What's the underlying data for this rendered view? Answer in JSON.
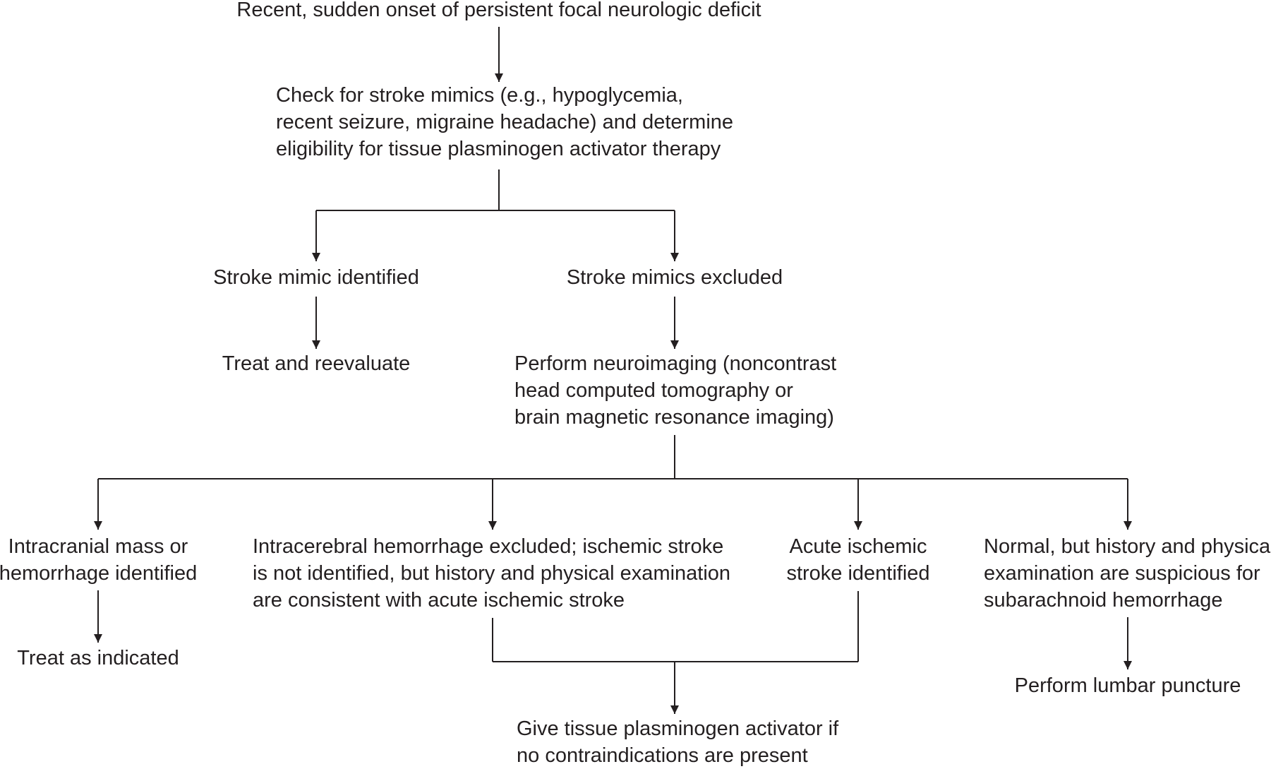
{
  "colors": {
    "text": "#231f20",
    "line": "#231f20",
    "background": "#ffffff"
  },
  "nodes": {
    "onset": {
      "lines": [
        "Recent, sudden onset of persistent focal neurologic deficit"
      ]
    },
    "check_mimics": {
      "lines": [
        "Check for stroke mimics (e.g., hypoglycemia,",
        "recent seizure, migraine headache) and determine",
        "eligibility for tissue plasminogen activator therapy"
      ]
    },
    "mimic_identified": {
      "lines": [
        "Stroke mimic identified"
      ]
    },
    "mimics_excluded": {
      "lines": [
        "Stroke mimics excluded"
      ]
    },
    "treat_reevaluate": {
      "lines": [
        "Treat and reevaluate"
      ]
    },
    "neuroimaging": {
      "lines": [
        "Perform neuroimaging (noncontrast",
        "head computed tomography or",
        "brain magnetic resonance imaging)"
      ]
    },
    "mass_hemorrhage": {
      "lines": [
        "Intracranial mass or",
        "hemorrhage identified"
      ]
    },
    "ich_excluded": {
      "lines": [
        "Intracerebral hemorrhage excluded; ischemic stroke",
        "is not identified, but history and physical examination",
        "are consistent with acute ischemic stroke"
      ]
    },
    "acute_ischemic": {
      "lines": [
        "Acute ischemic",
        "stroke identified"
      ]
    },
    "normal_sah": {
      "lines": [
        "Normal, but history and physical",
        "examination are suspicious for",
        "subarachnoid hemorrhage"
      ]
    },
    "treat_indicated": {
      "lines": [
        "Treat as indicated"
      ]
    },
    "lumbar_puncture": {
      "lines": [
        "Perform lumbar puncture"
      ]
    },
    "give_tpa": {
      "lines": [
        "Give tissue plasminogen activator if",
        "no contraindications are present"
      ]
    }
  }
}
